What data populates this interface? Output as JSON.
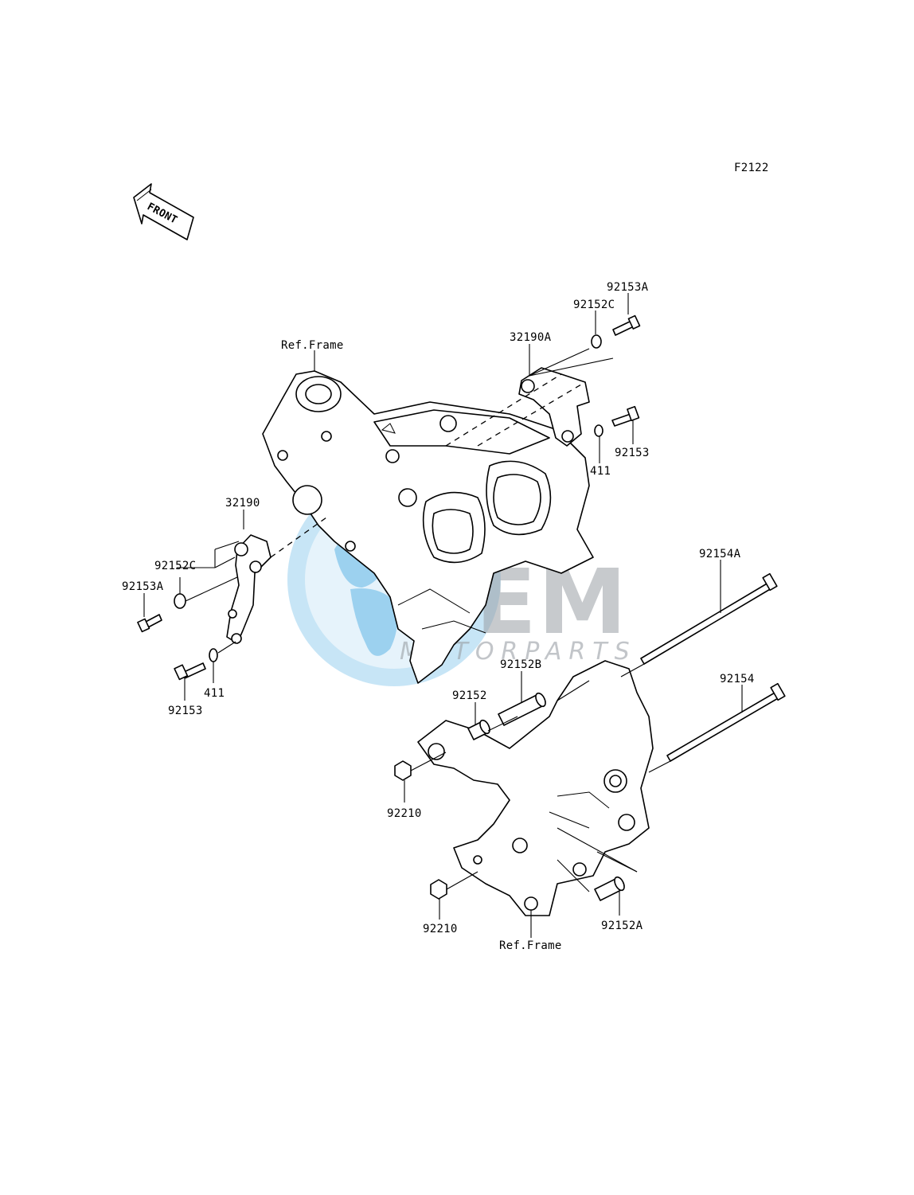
{
  "figure_code": "F2122",
  "front_arrow_label": "FRONT",
  "watermark": {
    "brand": "OEM",
    "sub": "MOTORPARTS"
  },
  "labels": {
    "ref_frame_top": "Ref.Frame",
    "ref_frame_bottom": "Ref.Frame",
    "p32190A": "32190A",
    "p92153A_top": "92153A",
    "p92152C_top": "92152C",
    "p92153_top": "92153",
    "p411_top": "411",
    "p32190": "32190",
    "p92152C_left": "92152C",
    "p92153A_left": "92153A",
    "p92153_left": "92153",
    "p411_left": "411",
    "p92154A": "92154A",
    "p92154": "92154",
    "p92152B": "92152B",
    "p92152": "92152",
    "p92210_mid": "92210",
    "p92210_bottom": "92210",
    "p92152A": "92152A"
  },
  "colors": {
    "line": "#000000",
    "watermark_blue": "#5fb4e6",
    "watermark_gray": "#9aa0a6"
  }
}
